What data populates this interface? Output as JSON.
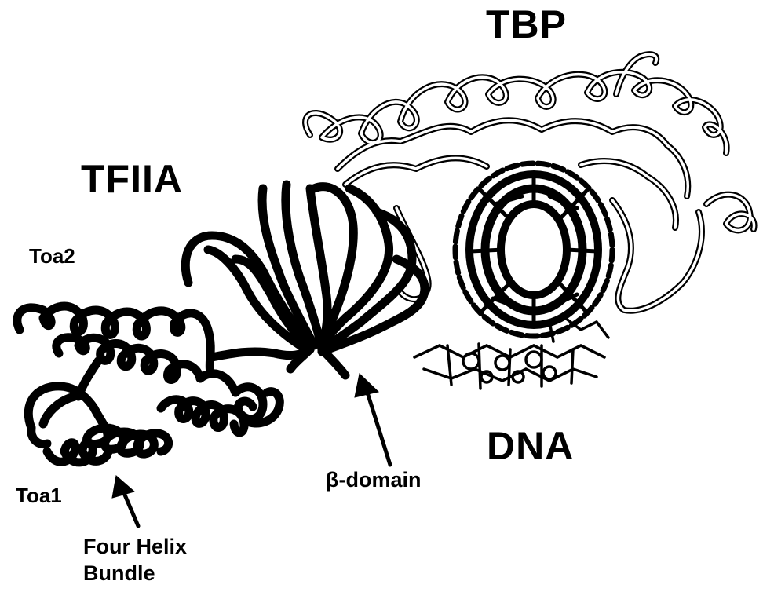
{
  "labels": {
    "tbp": "TBP",
    "tfiia": "TFIIA",
    "dna": "DNA",
    "toa2": "Toa2",
    "toa1": "Toa1",
    "beta_domain": "β-domain",
    "four_helix_line1": "Four Helix",
    "four_helix_line2": "Bundle"
  },
  "colors": {
    "ink": "#000000",
    "ribbon_fill": "#ffffff",
    "background": "#ffffff"
  }
}
